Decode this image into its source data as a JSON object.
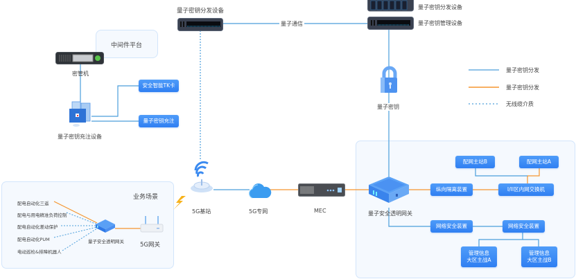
{
  "colors": {
    "quantum_line": "#4a9edb",
    "orange_line": "#f5952e",
    "dotted_line": "#4a9edb",
    "box_blue": "#3a8af5",
    "panel_bg": "#f5f9fe",
    "panel_border": "#d2e5fb"
  },
  "top": {
    "kd_device_left": "量子密钥分发设备",
    "quantum_comm": "量子通信",
    "kd_device_right": "量子密钥分发设备",
    "km_device": "量子密钥管理设备",
    "quantum_key": "量子密钥"
  },
  "left_cluster": {
    "middleware": "中间件平台",
    "key_manager": "密管机",
    "tk_card": "安全智能TK卡",
    "key_charge": "量子密钥充注",
    "charge_device": "量子密钥充注设备"
  },
  "legend": [
    {
      "style": "solid-blue",
      "label": "量子密钥分发"
    },
    {
      "style": "solid-orange",
      "label": "量子密钥分发"
    },
    {
      "style": "dotted-blue",
      "label": "无线缆介质"
    }
  ],
  "business": {
    "title": "业务场景",
    "items": [
      "配电自动化三遥",
      "配电与用电精准负荷控制",
      "配电自动化差动保护",
      "配电自动化PUM",
      "电动巡检&排障机器人"
    ],
    "gateway": "量子安全透明网关",
    "fiveg_gateway": "5G网关"
  },
  "network": {
    "base_station": "5G基站",
    "private_net": "5G专网",
    "mec": "MEC"
  },
  "right_cluster": {
    "gateway": "量子安全透明网关",
    "master_b": "配网主站B",
    "master_a": "配网主站A",
    "isolation": "纵向隔离装置",
    "switch": "I/II区内网交换机",
    "sec_device_1": "网络安全装置",
    "sec_device_2": "网络安全装置",
    "mgmt_a": "管理信息\n大区主战A",
    "mgmt_b": "管理信息\n大区主战B"
  }
}
